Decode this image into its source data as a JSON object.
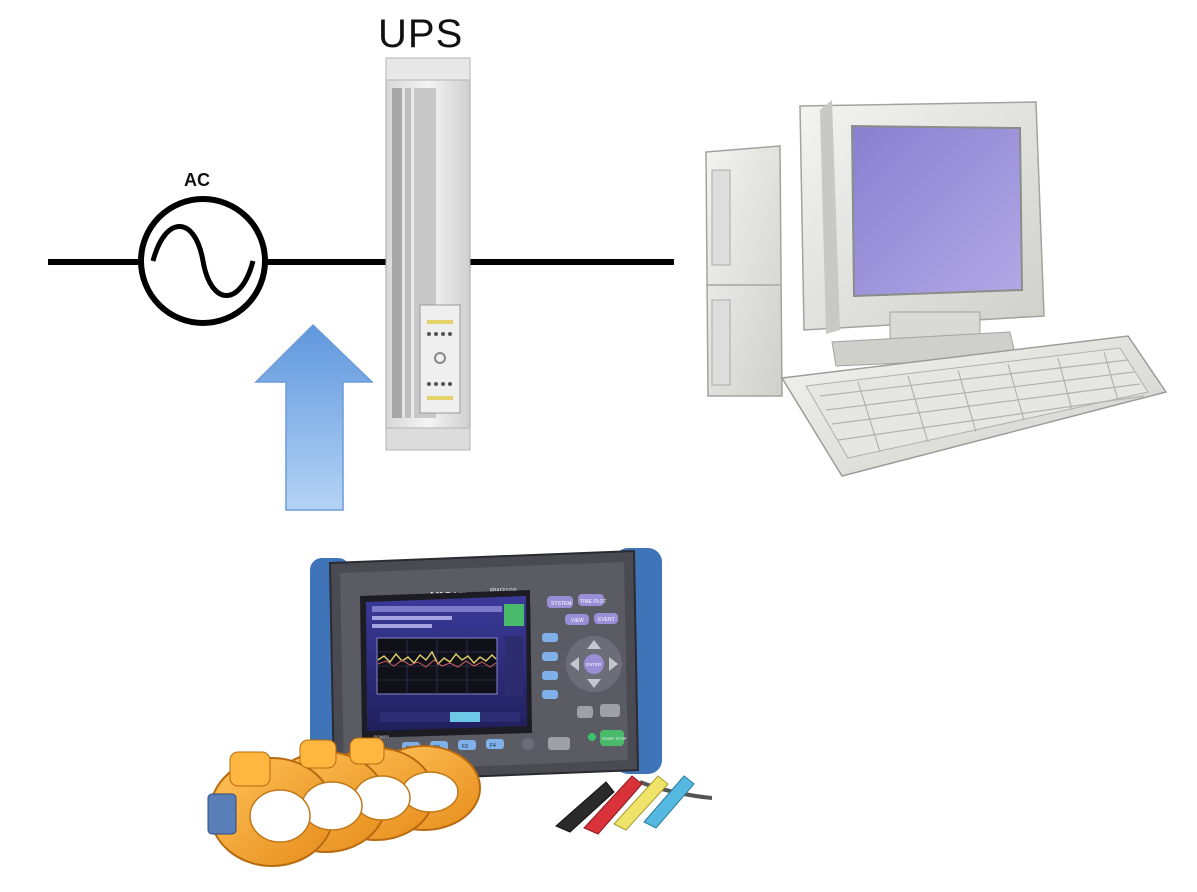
{
  "labels": {
    "ups": "UPS",
    "ac": "AC"
  },
  "analyzer": {
    "brand": "HIOKI",
    "model": "PW3198",
    "subtitle": "POWER QUALITY ANALYZER",
    "buttons": {
      "system": "SYSTEM",
      "time_plot": "TIME PLOT",
      "view": "VIEW",
      "event": "EVENT",
      "enter": "ENTER",
      "f1": "F1",
      "f2": "F2",
      "f3": "F3",
      "f4": "F4",
      "power": "POWER",
      "start_stop": "START STOP"
    }
  },
  "colors": {
    "arrow": "#7fb0ea",
    "analyzer_bumper": "#3f74b8",
    "monitor_screen": "#9b8fd8"
  },
  "icons": [
    "ac-source-icon",
    "ups-icon",
    "computer-icon",
    "power-analyzer-icon",
    "current-clamp-icon",
    "voltage-lead-icon",
    "up-arrow-icon"
  ]
}
